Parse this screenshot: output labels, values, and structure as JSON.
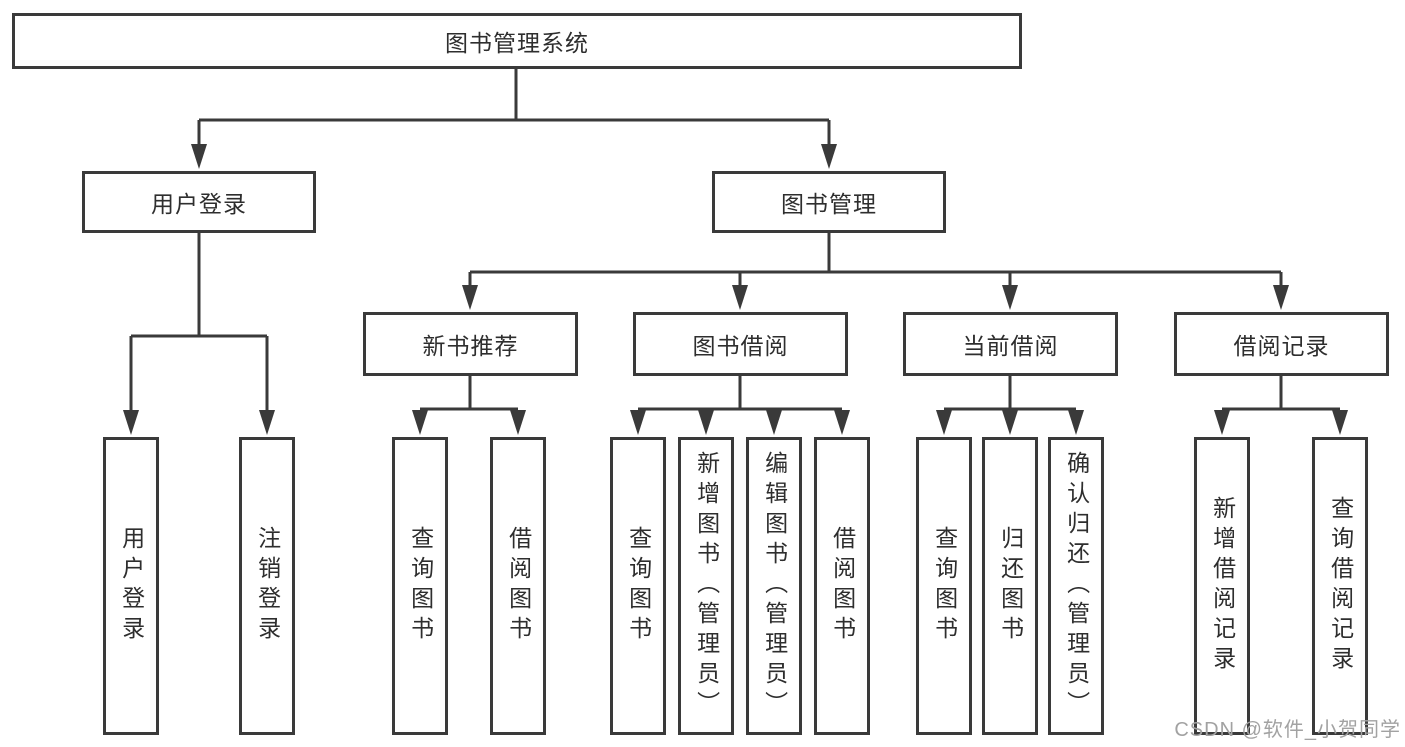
{
  "diagram": {
    "root": "图书管理系统",
    "level2": {
      "user_login": "用户登录",
      "book_management": "图书管理"
    },
    "level3": {
      "new_book_recommendation": "新书推荐",
      "book_borrowing": "图书借阅",
      "current_borrowing": "当前借阅",
      "borrowing_records": "借阅记录"
    },
    "leaves": {
      "user_login": "用户登录",
      "logout": "注销登录",
      "recommend_query_books": "查询图书",
      "recommend_borrow_books": "借阅图书",
      "borrowing_query_books": "查询图书",
      "borrowing_add_books": "新增图书（管理员）",
      "borrowing_edit_books": "编辑图书（管理员）",
      "borrowing_borrow_books": "借阅图书",
      "current_query_books": "查询图书",
      "current_return_books": "归还图书",
      "current_confirm_return": "确认归还（管理员）",
      "records_add_record": "新增借阅记录",
      "records_query_record": "查询借阅记录"
    }
  },
  "watermark": "CSDN @软件_小贺同学",
  "colors": {
    "line": "#3a3a3a",
    "text": "#2e2e2e",
    "watermark": "#a2a2a2",
    "background": "#ffffff"
  }
}
